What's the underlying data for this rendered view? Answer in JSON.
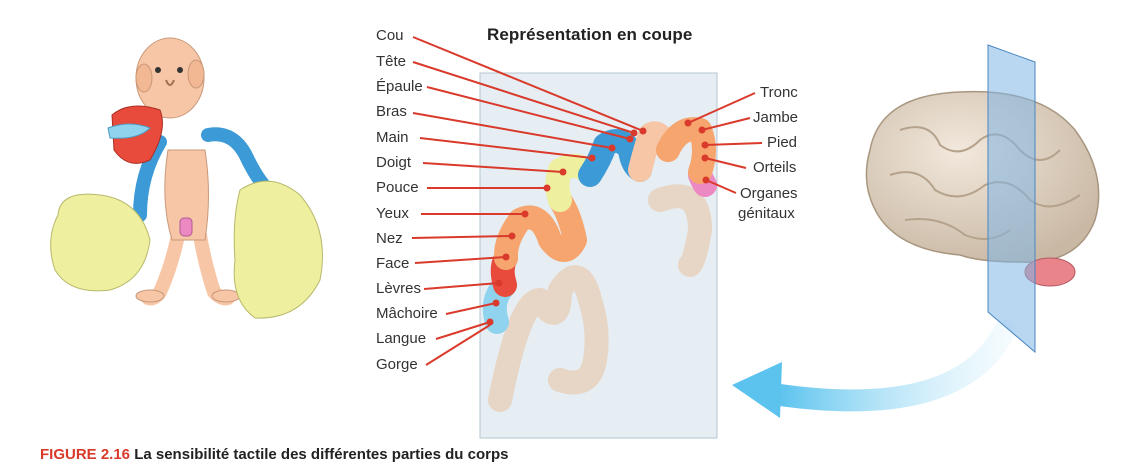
{
  "title": "Représentation en coupe",
  "left_labels": [
    "Cou",
    "Tête",
    "Épaule",
    "Bras",
    "Main",
    "Doigt",
    "Pouce",
    "Yeux",
    "Nez",
    "Face",
    "Lèvres",
    "Mâchoire",
    "Langue",
    "Gorge"
  ],
  "right_labels": [
    "Tronc",
    "Jambe",
    "Pied",
    "Orteils",
    "Organes",
    "génitaux"
  ],
  "caption": {
    "figure": "FIGURE 2.16",
    "text": "La sensibilité tactile des différentes parties du corps"
  },
  "colors": {
    "leader": "#d93a2b",
    "hand": "#eef0a0",
    "arm": "#3c9ad6",
    "face": "#f6a56e",
    "lips": "#e84b3c",
    "tongue": "#8fd3ee",
    "skin": "#f7c6a6",
    "genitals": "#ec88c2",
    "panel": "#e6eef3",
    "cortex_bg": "#e7d5c5"
  }
}
